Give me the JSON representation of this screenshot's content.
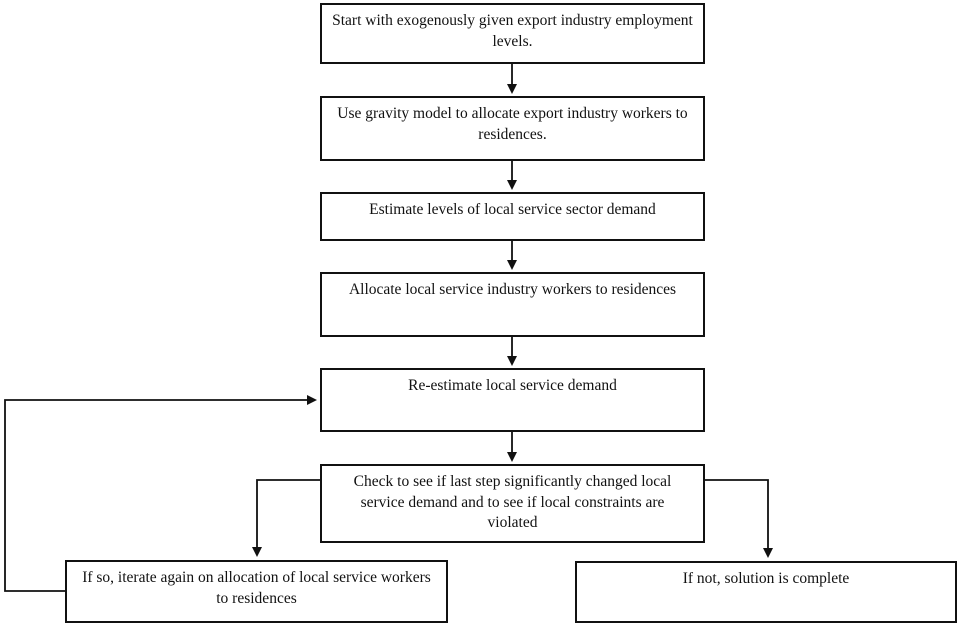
{
  "diagram": {
    "type": "flowchart",
    "nodes": [
      {
        "id": "start",
        "label": "Start with exogenously given export industry employment levels."
      },
      {
        "id": "gravity",
        "label": "Use gravity model to allocate export industry workers to residences."
      },
      {
        "id": "estimate-demand",
        "label": "Estimate levels of local service sector demand"
      },
      {
        "id": "allocate-workers",
        "label": "Allocate local service industry workers to residences"
      },
      {
        "id": "re-estimate",
        "label": "Re-estimate local service demand"
      },
      {
        "id": "check",
        "label": "Check to see if last step significantly changed local service demand and to see if local constraints are violated"
      },
      {
        "id": "iterate",
        "label": "If so, iterate again on allocation of local service workers to residences"
      },
      {
        "id": "complete",
        "label": "If not, solution is complete"
      }
    ],
    "edges": [
      {
        "from": "start",
        "to": "gravity"
      },
      {
        "from": "gravity",
        "to": "estimate-demand"
      },
      {
        "from": "estimate-demand",
        "to": "allocate-workers"
      },
      {
        "from": "allocate-workers",
        "to": "re-estimate"
      },
      {
        "from": "re-estimate",
        "to": "check"
      },
      {
        "from": "check",
        "to": "iterate"
      },
      {
        "from": "check",
        "to": "complete"
      },
      {
        "from": "iterate",
        "to": "re-estimate",
        "note": "feedback loop"
      }
    ],
    "colors": {
      "background": "#ffffff",
      "box_border": "#111111",
      "text": "#111111",
      "arrow": "#111111"
    }
  }
}
